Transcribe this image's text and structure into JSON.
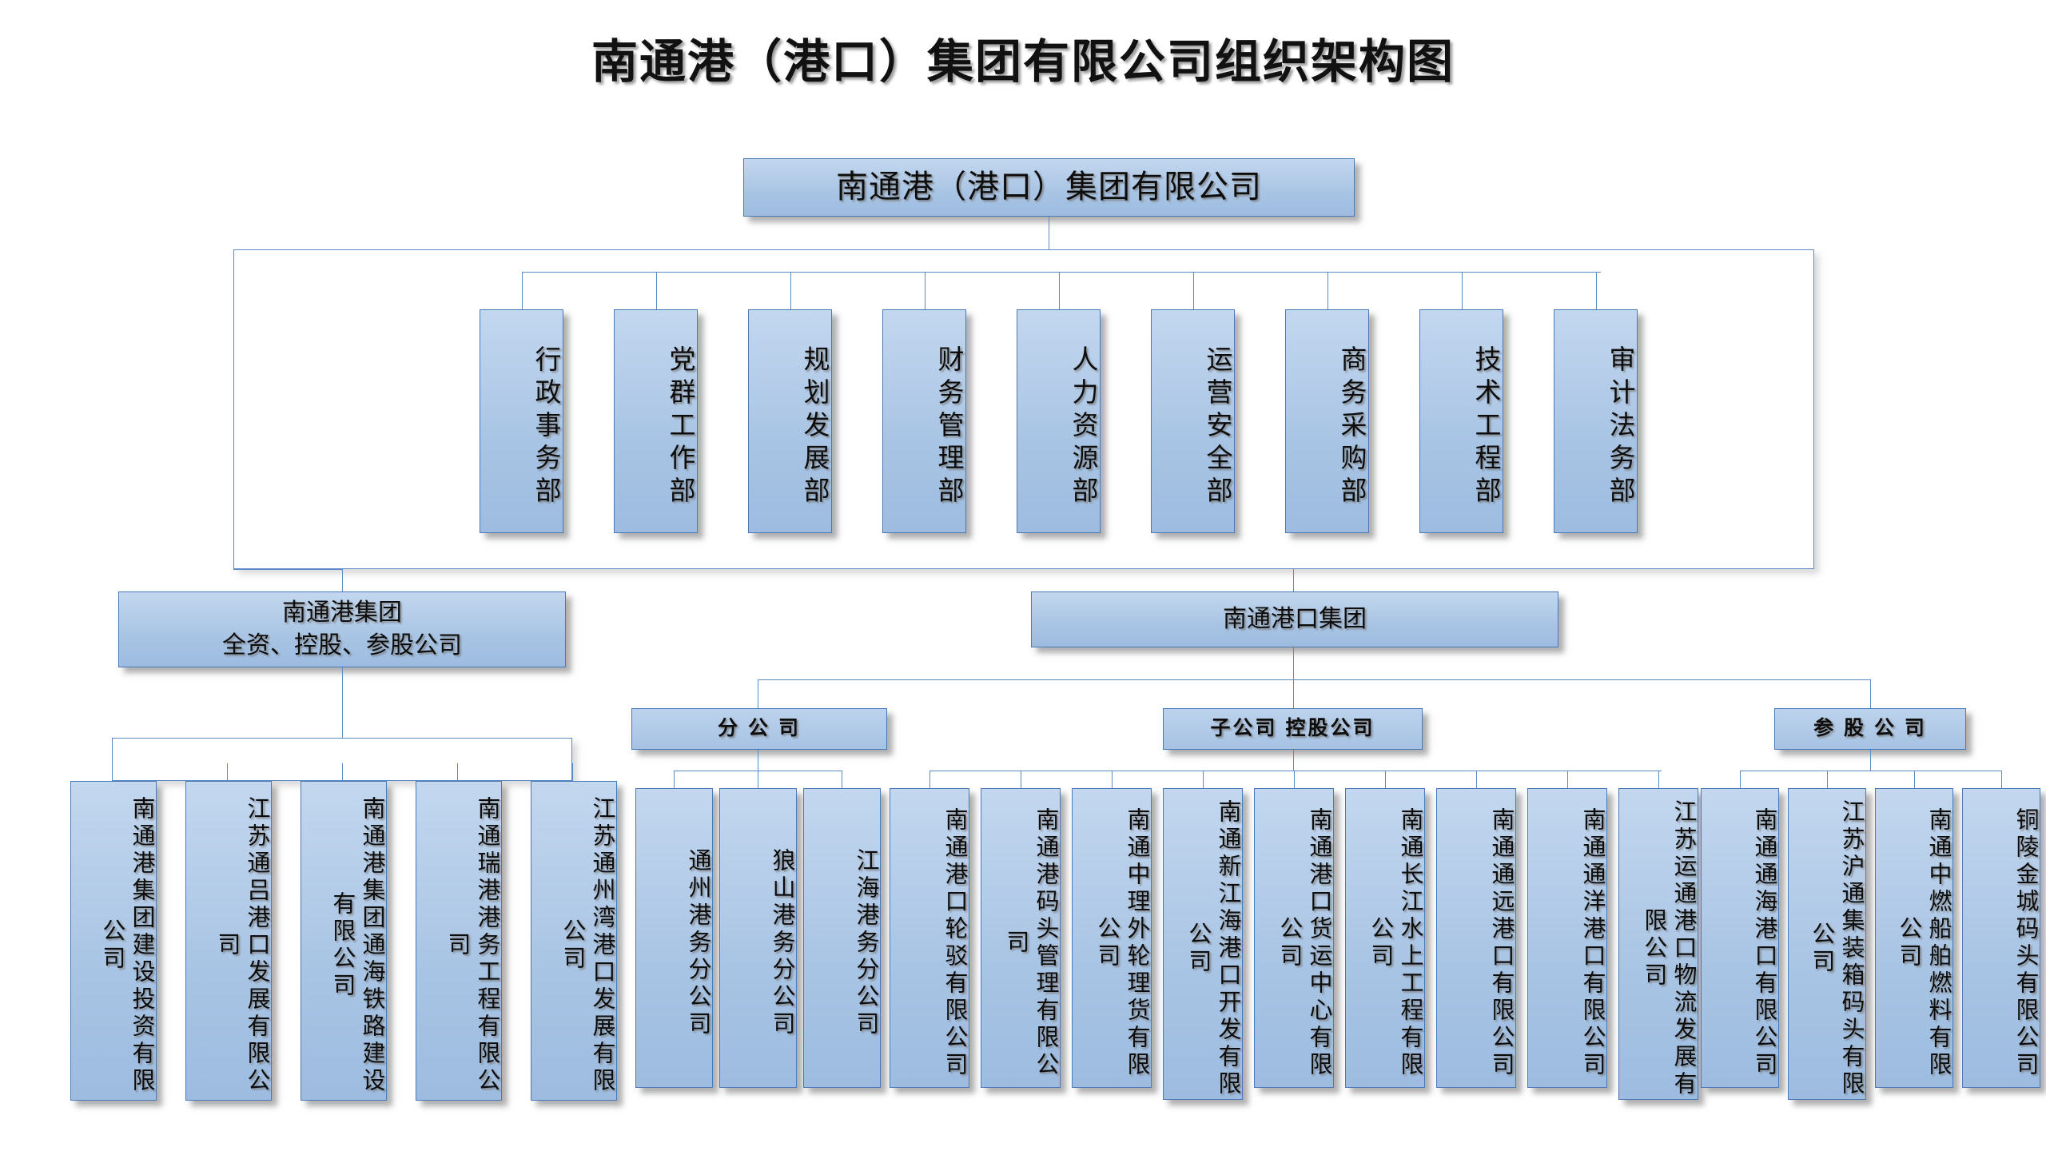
{
  "page": {
    "title": "南通港（港口）集团有限公司组织架构图",
    "accent_color": "#a8c4e4",
    "border_color": "#4a79b8",
    "line_color": "#5b8ac4",
    "background": "#ffffff"
  },
  "root": {
    "label": "南通港（港口）集团有限公司"
  },
  "departments": [
    {
      "label": "行政事务部"
    },
    {
      "label": "党群工作部"
    },
    {
      "label": "规划发展部"
    },
    {
      "label": "财务管理部"
    },
    {
      "label": "人力资源部"
    },
    {
      "label": "运营安全部"
    },
    {
      "label": "商务采购部"
    },
    {
      "label": "技术工程部"
    },
    {
      "label": "审计法务部"
    }
  ],
  "groups": {
    "left": {
      "line1": "南通港集团",
      "line2": "全资、控股、参股公司",
      "children": [
        {
          "label": "南通港集团建设投资有限公司"
        },
        {
          "label": "江苏通吕港口发展有限公司"
        },
        {
          "label": "南通港集团通海铁路建设有限公司"
        },
        {
          "label": "南通瑞港港务工程有限公司"
        },
        {
          "label": "江苏通州湾港口发展有限公司"
        }
      ]
    },
    "right": {
      "label": "南通港口集团",
      "categories": [
        {
          "label": "分 公 司",
          "children": [
            {
              "label": "通州港务分公司"
            },
            {
              "label": "狼山港务分公司"
            },
            {
              "label": "江海港务分公司"
            }
          ]
        },
        {
          "label": "子公司  控股公司",
          "children": [
            {
              "label": "南通港口轮驳有限公司"
            },
            {
              "label": "南通港码头管理有限公司"
            },
            {
              "label": "南通中理外轮理货有限公司"
            },
            {
              "label": "南通新江海港口开发有限公司"
            },
            {
              "label": "南通港口货运中心有限公司"
            },
            {
              "label": "南通长江水上工程有限公司"
            },
            {
              "label": "南通通远港口有限公司"
            },
            {
              "label": "南通通洋港口有限公司"
            },
            {
              "label": "江苏运通港口物流发展有限公司"
            }
          ]
        },
        {
          "label": "参 股 公 司",
          "children": [
            {
              "label": "南通通海港口有限公司"
            },
            {
              "label": "江苏沪通集装箱码头有限公司"
            },
            {
              "label": "南通中燃船舶燃料有限公司"
            },
            {
              "label": "铜陵金城码头有限公司"
            }
          ]
        }
      ]
    }
  }
}
